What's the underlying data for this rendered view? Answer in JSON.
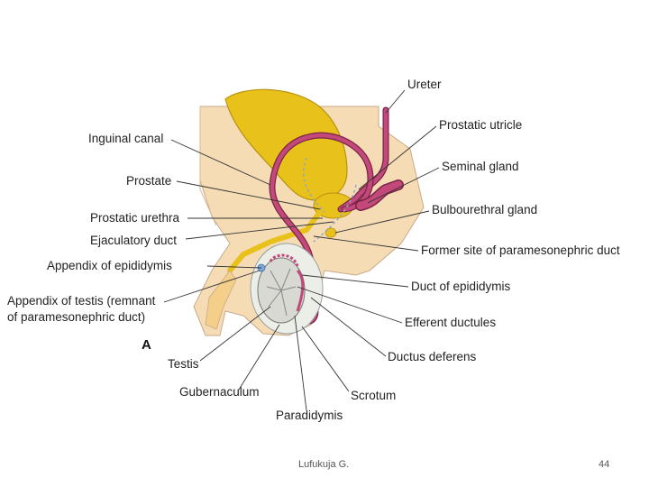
{
  "diagram": {
    "panel_letter": "A",
    "labels": {
      "ureter": "Ureter",
      "prostatic_utricle": "Prostatic utricle",
      "inguinal_canal": "Inguinal canal",
      "seminal_gland": "Seminal gland",
      "prostate": "Prostate",
      "bulbourethral_gland": "Bulbourethral gland",
      "prostatic_urethra": "Prostatic urethra",
      "ejaculatory_duct": "Ejaculatory duct",
      "former_site_paramesonephric_duct": "Former site of paramesonephric duct",
      "appendix_of_epididymis": "Appendix of epididymis",
      "duct_of_epididymis": "Duct of epididymis",
      "appendix_of_testis_line1": "Appendix of testis (remnant",
      "appendix_of_testis_line2": "of paramesonephric duct)",
      "efferent_ductules": "Efferent ductules",
      "ductus_deferens": "Ductus deferens",
      "testis": "Testis",
      "scrotum": "Scrotum",
      "gubernaculum": "Gubernaculum",
      "paradidymis": "Paradidymis"
    },
    "colors": {
      "bladder_yellow": "#e8c21a",
      "skin": "#f5dcb4",
      "duct_pink": "#c2497a",
      "duct_dark": "#7a2448",
      "testis_grey": "#d7d9d2"
    }
  },
  "footer": {
    "author": "Lufukuja G.",
    "page": "44"
  }
}
